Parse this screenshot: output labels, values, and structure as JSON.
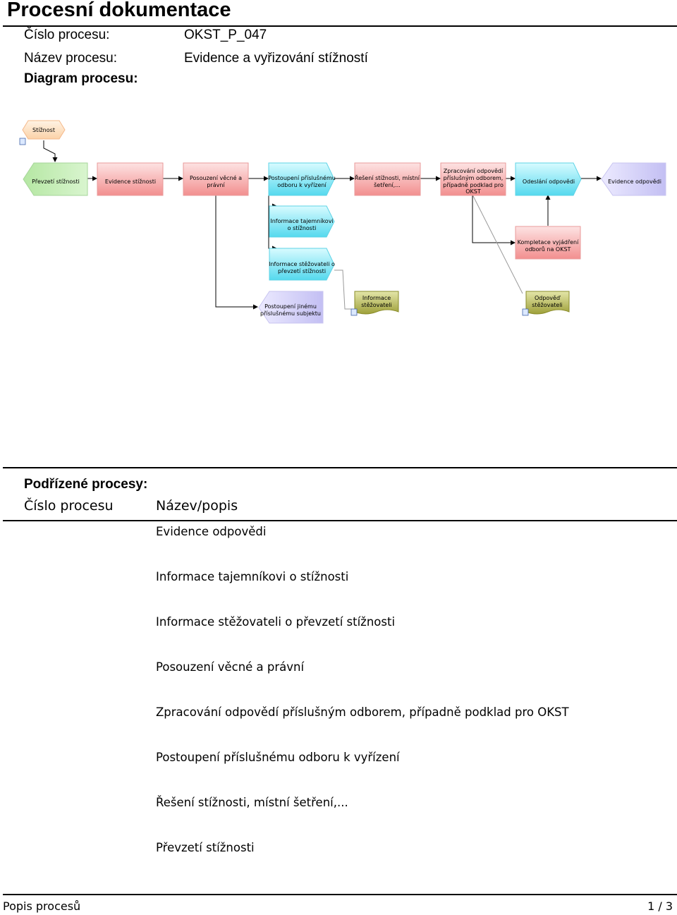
{
  "page_title": "Procesní dokumentace",
  "process": {
    "number_label": "Číslo procesu:",
    "number_value": "OKST_P_047",
    "name_label": "Název procesu:",
    "name_value": "Evidence a vyřizování stížností",
    "diagram_label": "Diagram procesu:"
  },
  "diagram": {
    "event_complaint": "Stížnost",
    "nodes": {
      "prevzeti": "Převzetí stížnosti",
      "evidence_stiznosti": "Evidence stížnosti",
      "posouzeni": [
        "Posouzení věcné a",
        "právní"
      ],
      "postoupeni_odboru": [
        "Postoupení příslušnému",
        "odboru k vyřízení"
      ],
      "reseni": [
        "Řešení stížnosti, místní",
        "šetření,..."
      ],
      "zpracovani": [
        "Zpracování odpovědí",
        "příslušným odborem,",
        "případně podklad pro",
        "OKST"
      ],
      "odeslani": "Odeslání odpovědi",
      "evidence_odpovedi": "Evidence odpovědi",
      "info_tajemnikovi": [
        "Informace tajemníkovi",
        "o stížnosti"
      ],
      "info_stezovateli": [
        "Informace stěžovateli o",
        "převzetí stížnosti"
      ],
      "kompletace": [
        "Kompletace vyjádření",
        "odborů na OKST"
      ],
      "postoupeni_subjektu": [
        "Postoupení jinému",
        "příslušnému subjektu"
      ],
      "doc_informace": [
        "Informace",
        "stěžovateli"
      ],
      "doc_odpoved": [
        "Odpověď",
        "stěžovateli"
      ]
    }
  },
  "subprocesses": {
    "title": "Podřízené procesy:",
    "col_number": "Číslo procesu",
    "col_name": "Název/popis",
    "items": [
      "Evidence odpovědi",
      "Informace tajemníkovi o stížnosti",
      "Informace stěžovateli o převzetí stížnosti",
      "Posouzení věcné a právní",
      "Zpracování odpovědí příslušným odborem, případně podklad pro OKST",
      "Postoupení příslušnému odboru k vyřízení",
      "Řešení stížnosti, místní šetření,...",
      "Převzetí stížnosti"
    ]
  },
  "footer": {
    "left": "Popis procesů",
    "right": "1 / 3"
  }
}
